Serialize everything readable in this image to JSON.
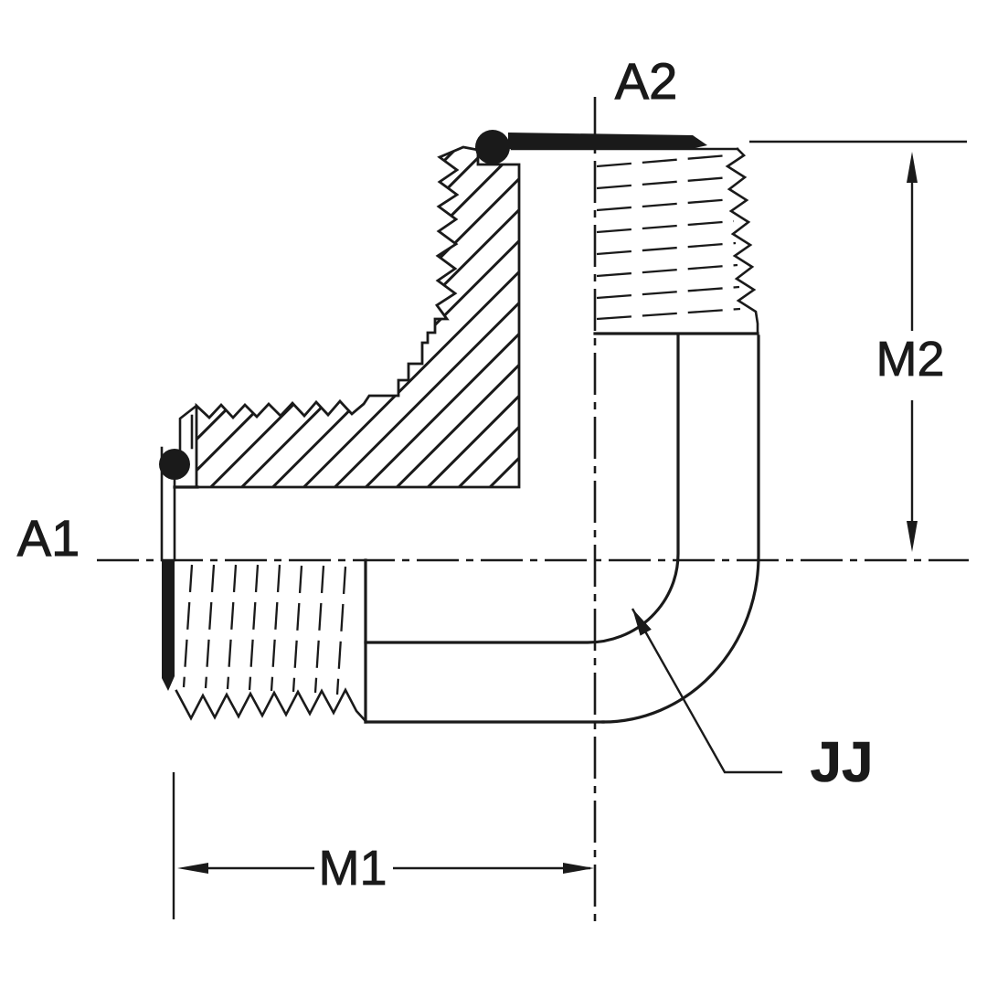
{
  "figure": {
    "description": "Sectioned technical drawing of a 90 degree male elbow fitting",
    "labels": {
      "port_left": "A1",
      "port_top": "A2",
      "dim_length": "M1",
      "dim_height": "M2",
      "radius_ref": "JJ"
    },
    "colors": {
      "ink": "#1a1a1a",
      "paper": "#ffffff"
    }
  }
}
